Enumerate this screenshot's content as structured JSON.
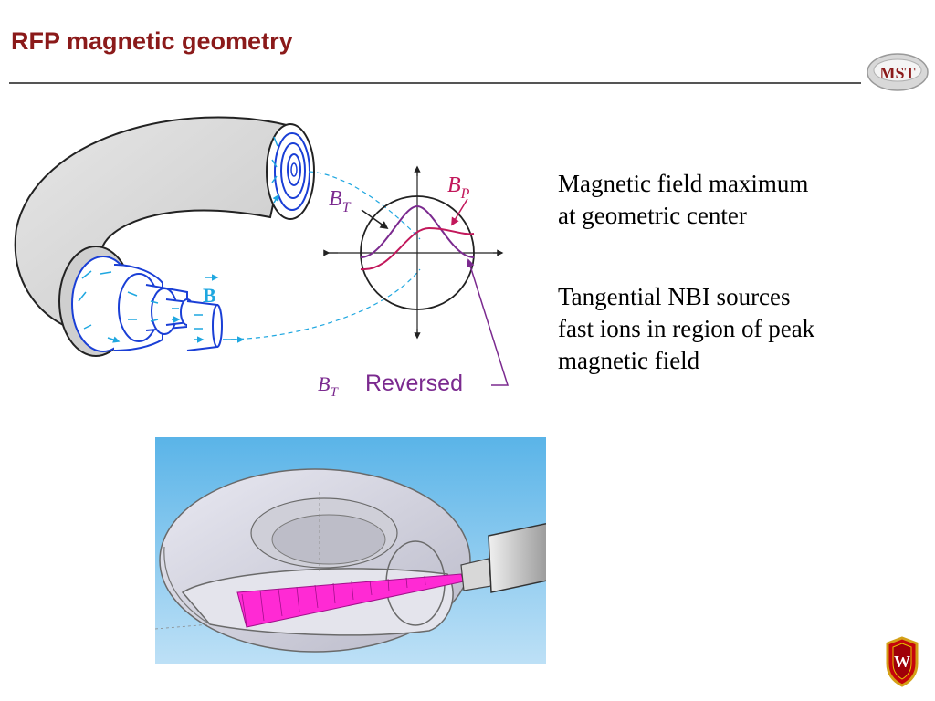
{
  "slide": {
    "title": "RFP magnetic geometry",
    "colors": {
      "title": "#8b1a1a",
      "bt_curve": "#7b2a8f",
      "bp_curve": "#c2185b",
      "field_lines": "#1fa7e0",
      "beam": "#ff2ad4"
    }
  },
  "logos": {
    "mst": {
      "text": "MST",
      "icon": "mst-logo-icon"
    },
    "crest": {
      "letter": "W",
      "icon": "uw-crest-icon"
    }
  },
  "body_text": {
    "block1": [
      "Magnetic field maximum",
      "at geometric center"
    ],
    "block2": [
      "Tangential NBI sources",
      "fast ions in region of peak",
      "magnetic field"
    ]
  },
  "diagram_labels": {
    "b_vector": "B",
    "bt_main": "B",
    "bt_sub": "T",
    "bp_main": "B",
    "bp_sub": "P",
    "reversed_bt_main": "B",
    "reversed_bt_sub": "T",
    "reversed": "Reversed"
  }
}
